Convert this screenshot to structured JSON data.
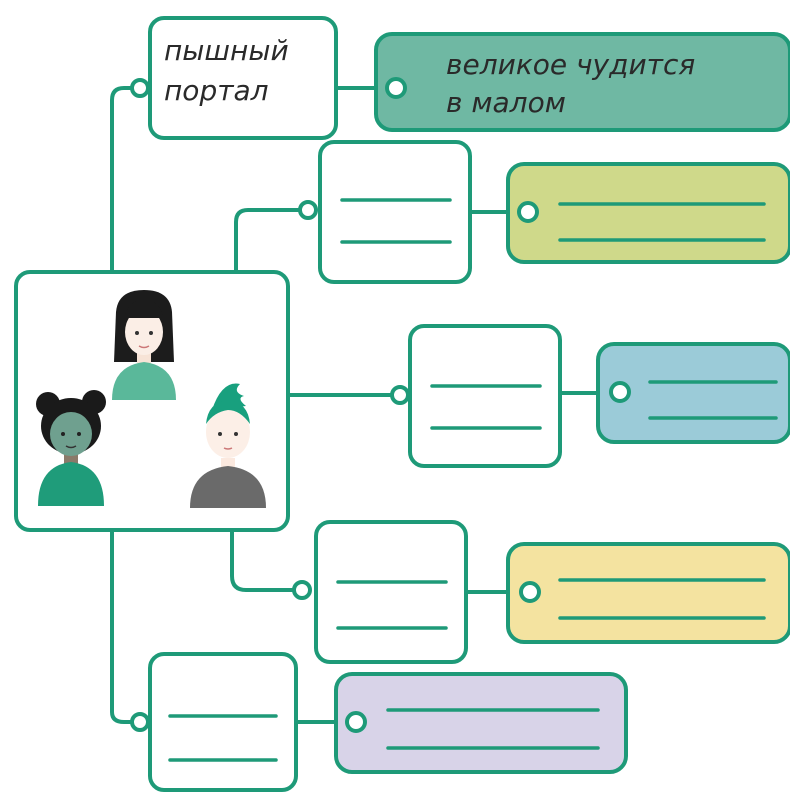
{
  "diagram": {
    "top_word": {
      "line1": "пышный",
      "line2": "портал"
    },
    "top_meaning": {
      "line1": "великое чудится",
      "line2": "в малом"
    }
  },
  "colors": {
    "outline": "#1e9a78",
    "tag_1": "#6fb8a3",
    "tag_2": "#cfd98a",
    "tag_3": "#9bcbd8",
    "tag_4": "#f4e3a0",
    "tag_5": "#d8d3e8"
  },
  "icons": [
    "girl-straight-hair",
    "girl-curly-hair",
    "boy-mohawk"
  ]
}
